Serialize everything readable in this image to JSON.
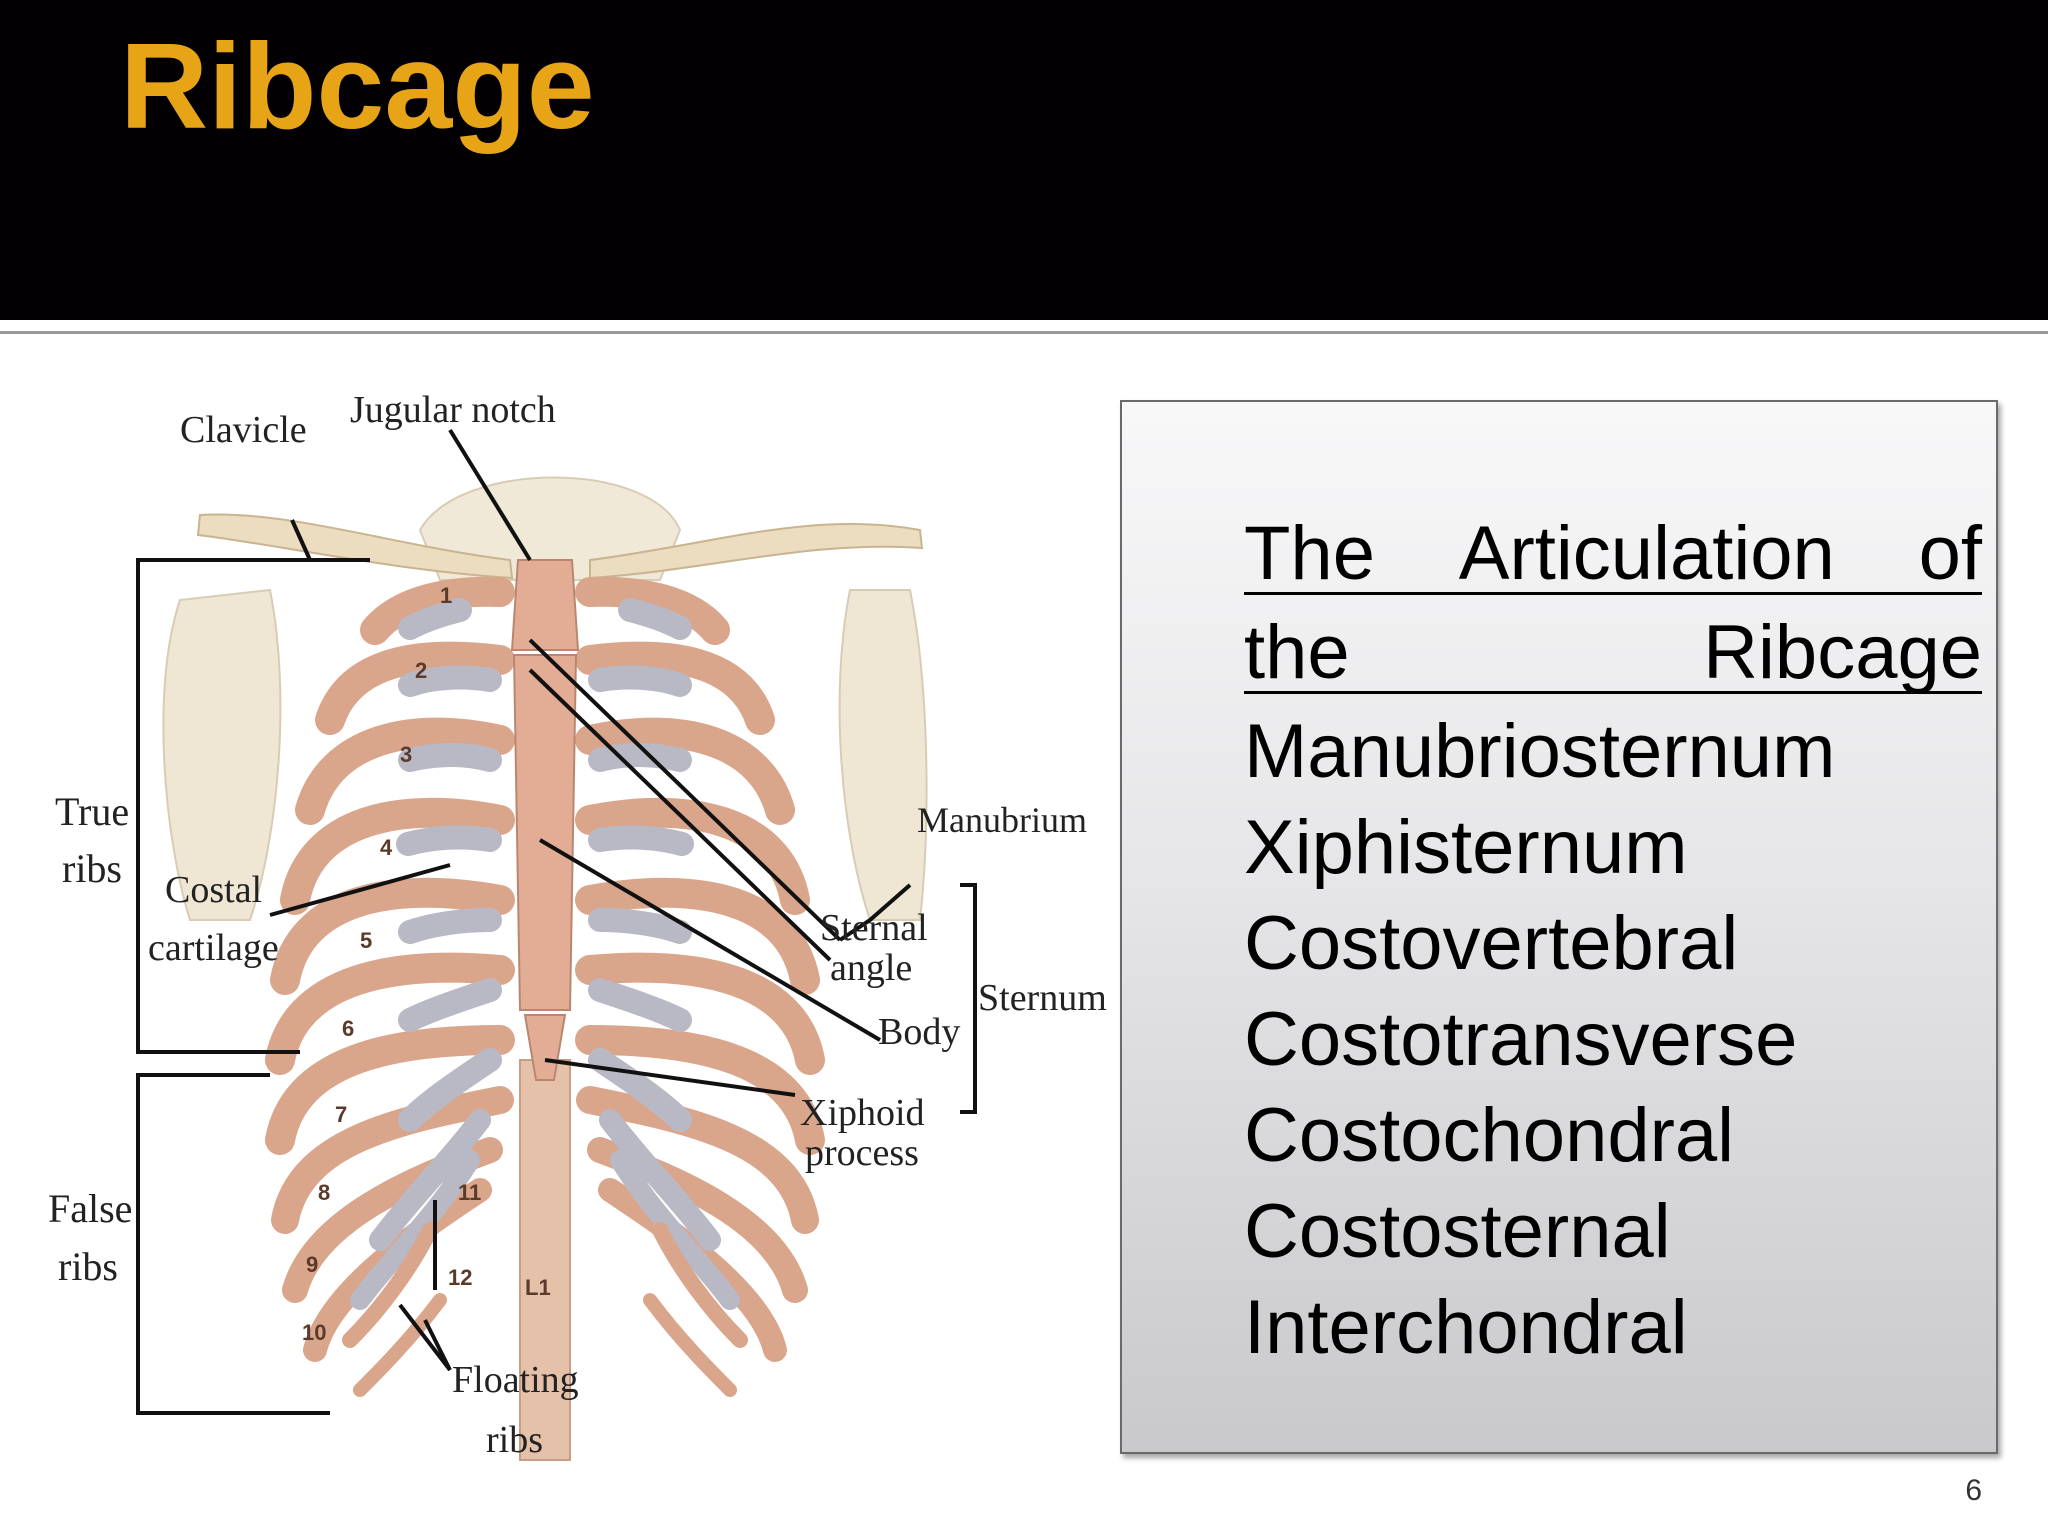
{
  "slide": {
    "title": "Ribcage",
    "page_number": "6"
  },
  "figure": {
    "labels": {
      "clavicle": "Clavicle",
      "jugular_notch": "Jugular notch",
      "true_ribs_1": "True",
      "true_ribs_2": "ribs",
      "costal_1": "Costal",
      "costal_2": "cartilage",
      "manubrium": "Manubrium",
      "sternal_1": "Sternal",
      "sternal_2": "angle",
      "body": "Body",
      "sternum": "Sternum",
      "xiphoid_1": "Xiphoid",
      "xiphoid_2": "process",
      "false_ribs_1": "False",
      "false_ribs_2": "ribs",
      "floating_1": "Floating",
      "floating_2": "ribs"
    },
    "rib_numbers": [
      "1",
      "2",
      "3",
      "4",
      "5",
      "6",
      "7",
      "8",
      "9",
      "10",
      "11",
      "12"
    ],
    "vertebra": "L1"
  },
  "textbox": {
    "heading_line1": [
      "The",
      "Articulation",
      "of"
    ],
    "heading_line2": [
      "the",
      "Ribcage"
    ],
    "terms": [
      "Manubriosternum",
      "Xiphisternum",
      "Costovertebral",
      "Costotransverse",
      "Costochondral",
      "Costosternal",
      "Interchondral"
    ]
  },
  "colors": {
    "title_bar": "#020002",
    "title_text": "#e8a417",
    "rib": "#d9a68c",
    "cartilage": "#b9b9c6",
    "bone_light": "#efe6d3"
  }
}
